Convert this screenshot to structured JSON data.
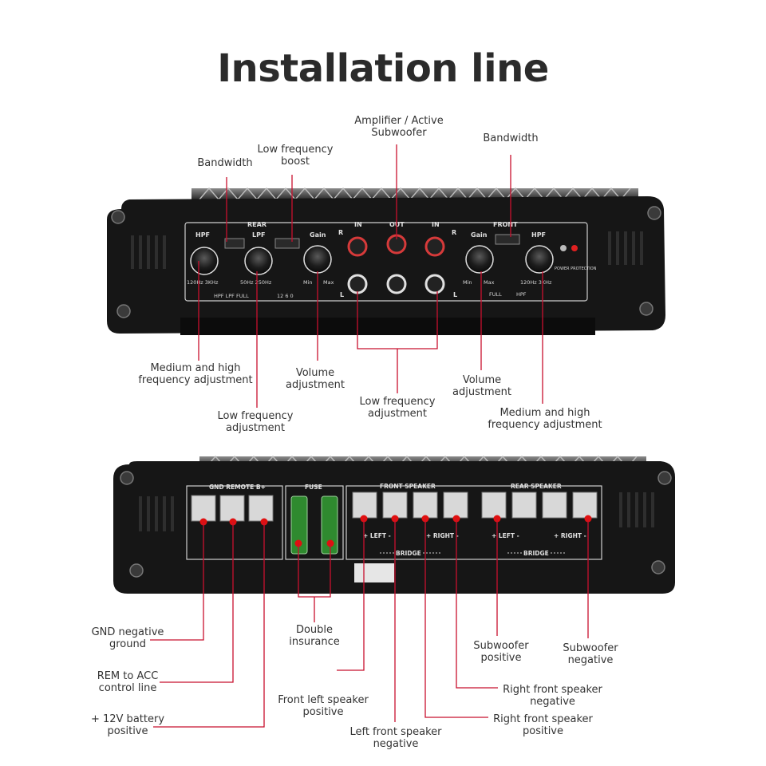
{
  "title": "Installation line",
  "colors": {
    "accent_line": "#c8102e",
    "body": "#141414",
    "panel_line": "#cfcfcf"
  },
  "top_panel": {
    "rear": "REAR",
    "front": "FRONT",
    "in_left": "IN",
    "out": "OUT",
    "in_right": "IN",
    "hpf_left": "HPF",
    "lpf": "LPF",
    "gain_left": "Gain",
    "gain_right": "Gain",
    "hpf_right": "HPF",
    "r_left": "R",
    "r_right": "R",
    "l_left": "L",
    "l_right": "L",
    "hpf_scale": "120Hz  3KHz",
    "lpf_scale": "50Hz  250Hz",
    "min_left": "Min",
    "max_left": "Max",
    "min_right": "Min",
    "max_right": "Max",
    "mode_switch": "HPF LPF FULL",
    "boost_scale": "12  6  0",
    "full": "FULL",
    "hpf_small": "HPF",
    "hpf_right_scale": "120Hz 3KHz",
    "power_protection": "POWER PROTECTION"
  },
  "bottom_panel": {
    "gnd_rem": "GND REMOTE B+",
    "fuse": "FUSE",
    "front_speaker": "FRONT SPEAKER",
    "rear_speaker": "REAR SPEAKER",
    "front_left": "+ LEFT -",
    "front_right": "+ RIGHT -",
    "rear_left": "+ LEFT -",
    "rear_right": "+ RIGHT -",
    "bridge_front": "BRIDGE",
    "bridge_rear": "BRIDGE"
  },
  "labels": {
    "amp_sub": [
      "Amplifier / Active",
      "Subwoofer"
    ],
    "lf_boost": [
      "Low frequency",
      "boost"
    ],
    "bandwidth_left": [
      "Bandwidth"
    ],
    "bandwidth_right": [
      "Bandwidth"
    ],
    "med_high_left": [
      "Medium and high",
      "frequency adjustment"
    ],
    "volume_left": [
      "Volume",
      "adjustment"
    ],
    "low_freq_adj_left": [
      "Low frequency",
      "adjustment"
    ],
    "low_freq_adj_center": [
      "Low frequency",
      "adjustment"
    ],
    "volume_right": [
      "Volume",
      "adjustment"
    ],
    "med_high_right": [
      "Medium and high",
      "frequency adjustment"
    ],
    "gnd": [
      "GND negative",
      "ground"
    ],
    "rem": [
      "REM to ACC",
      "control line"
    ],
    "bat": [
      "+ 12V battery",
      "positive"
    ],
    "double_ins": [
      "Double",
      "insurance"
    ],
    "front_left_pos": [
      "Front left speaker",
      "positive"
    ],
    "left_front_neg": [
      "Left front speaker",
      "negative"
    ],
    "sub_pos": [
      "Subwoofer",
      "positive"
    ],
    "sub_neg": [
      "Subwoofer",
      "negative"
    ],
    "right_front_neg": [
      "Right front speaker",
      "negative"
    ],
    "right_front_pos": [
      "Right front speaker",
      "positive"
    ]
  }
}
